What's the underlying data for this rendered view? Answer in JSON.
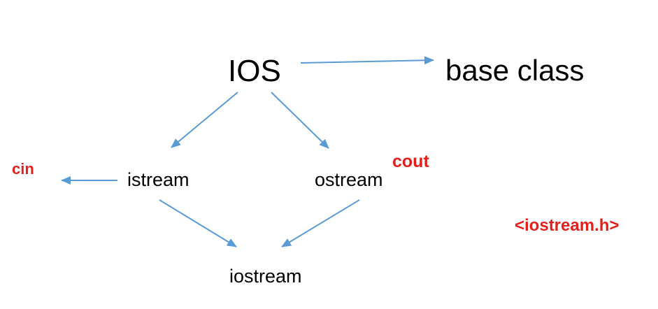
{
  "diagram": {
    "root": "IOS",
    "root_note": "base class",
    "left_child": "istream",
    "right_child": "ostream",
    "derived": "iostream",
    "left_object": "cin",
    "right_object": "cout",
    "header": "<iostream.h>"
  },
  "colors": {
    "arrow": "#5b9bd5",
    "highlight": "#e3211c",
    "text": "#000000"
  }
}
